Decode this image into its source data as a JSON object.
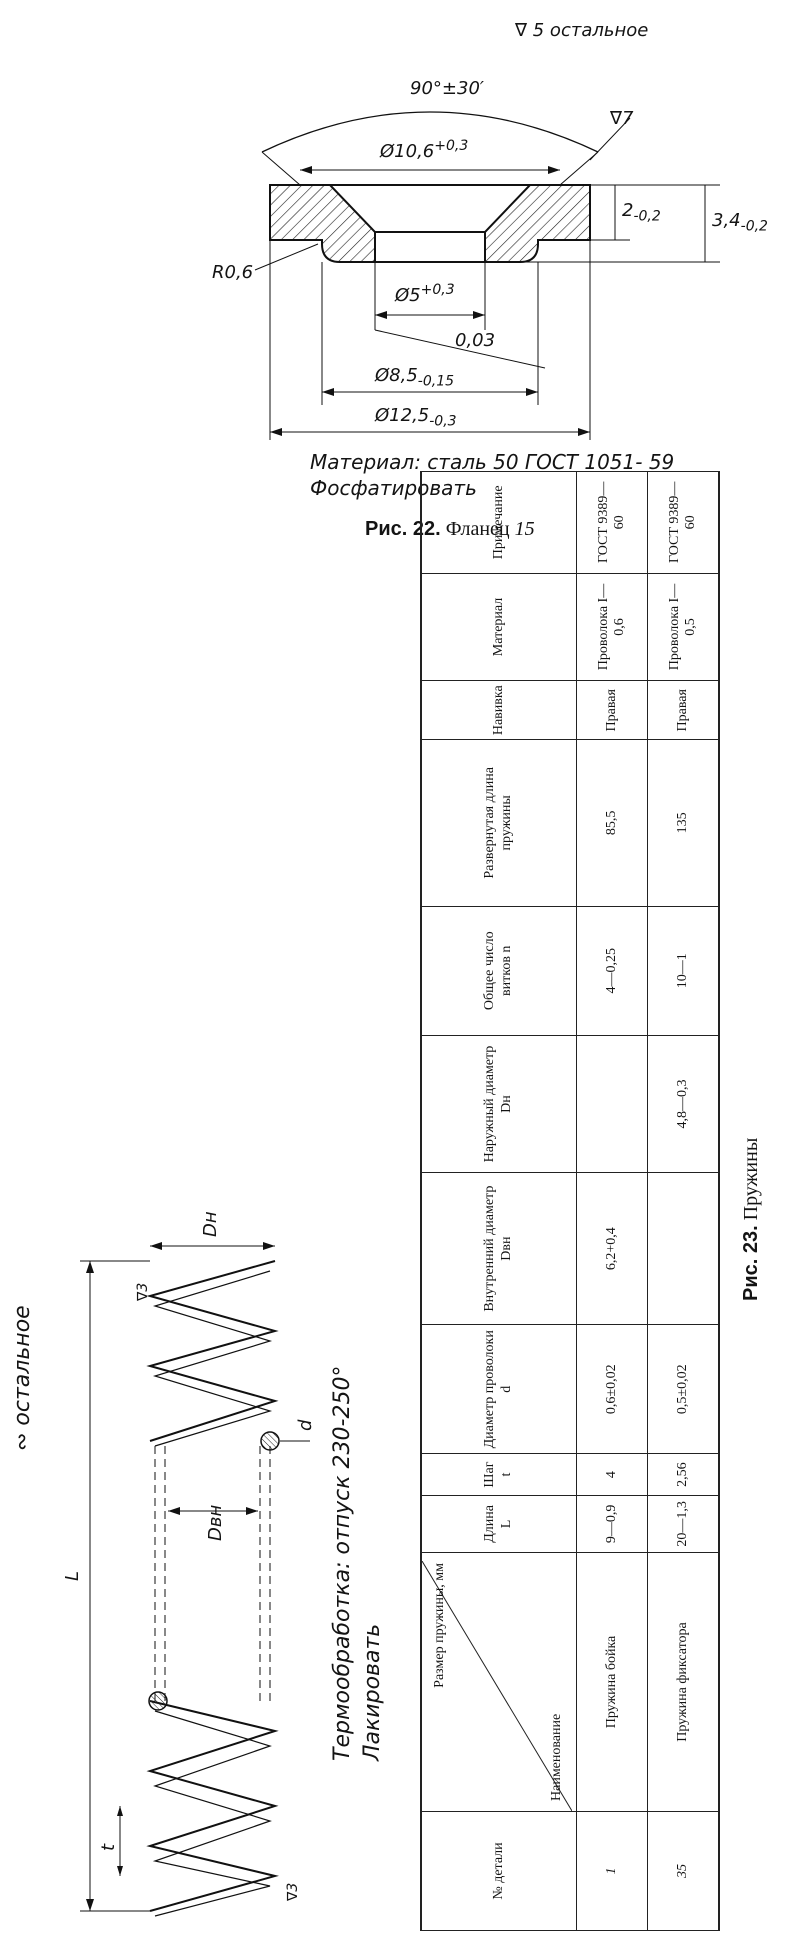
{
  "fig22": {
    "surface_finish_note": "∇ 5 остальное",
    "angle": "90°±30′",
    "finish_mark": "∇7",
    "dim_top_diameter": "Ø10,6",
    "dim_top_tol": "+0,3",
    "dim_step_depth": "2",
    "dim_step_tol": "-0,2",
    "dim_total_height": "3,4",
    "dim_total_tol": "-0,2",
    "radius": "R0,6",
    "dim_bore": "Ø5",
    "dim_bore_tol": "+0,3",
    "runout": "0,03",
    "dim_mid": "Ø8,5",
    "dim_mid_tol": "-0,15",
    "dim_outer": "Ø12,5",
    "dim_outer_tol": "-0,3",
    "material_note": "Материал: сталь 50 ГОСТ 1051- 59",
    "finish_note": "Фосфатировать",
    "caption_label": "Рис. 22.",
    "caption_title": "Фланец",
    "caption_num": "15"
  },
  "fig23": {
    "surface_note": "∾ остальное",
    "dim_L": "L",
    "dim_Dn": "Dн",
    "dim_Dvn": "Dвн",
    "dim_d": "d",
    "dim_t": "t",
    "mark_top": "∇3",
    "mark_bottom": "∇3",
    "heat_note": "Термообработка: отпуск 230-250°",
    "lacquer_note": "Лакировать",
    "caption_label": "Рис. 23.",
    "caption_title": "Пружины"
  },
  "spring_table": {
    "header_num": "№ детали",
    "header_name": "Наименование",
    "header_size": "Размер пружины, мм",
    "columns": [
      "Длина L",
      "Шаг t",
      "Диаметр проволоки d",
      "Внутренний диаметр Dвн",
      "Наружный диаметр Dн",
      "Общее число витков n",
      "Развернутая длина пружины",
      "Навивка",
      "Материал",
      "Примечание"
    ],
    "rows": [
      {
        "num": "1",
        "name": "Пружина бойка",
        "cells": [
          "9—0,9",
          "4",
          "0,6±0,02",
          "6,2+0,4",
          "",
          "4—0,25",
          "85,5",
          "Правая",
          "Проволока I—0,6",
          "ГОСТ 9389—60"
        ]
      },
      {
        "num": "35",
        "name": "Пружина фиксатора",
        "cells": [
          "20—1,3",
          "2,56",
          "0,5±0,02",
          "",
          "4,8—0,3",
          "10—1",
          "135",
          "Правая",
          "Проволока I—0,5",
          "ГОСТ 9389—60"
        ]
      }
    ]
  }
}
